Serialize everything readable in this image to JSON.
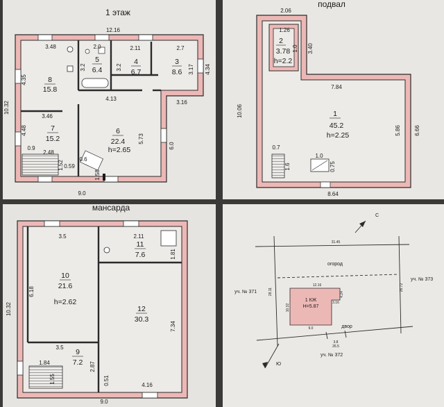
{
  "floor1": {
    "title": "1 этаж",
    "dims": {
      "top": "12.16",
      "left": "10.32",
      "bottom": "9.0",
      "d348": "3.48",
      "d20": "2.0",
      "d211": "2.11",
      "d27": "2.7",
      "d435": "4.35",
      "d32a": "3.2",
      "d32b": "3.2",
      "d317": "3.17",
      "d434": "4.34",
      "d413": "4.13",
      "d316": "3.16",
      "d346": "3.46",
      "d448": "4.48",
      "d573": "5.73",
      "d60": "6.0",
      "d09": "0.9",
      "d248": "2.48",
      "d052": "1.52",
      "d059": "0.59",
      "d06": "0.6",
      "d158": "1.58"
    },
    "rooms": {
      "r8": {
        "num": "8",
        "area": "15.8"
      },
      "r5": {
        "num": "5",
        "area": "6.4"
      },
      "r4": {
        "num": "4",
        "area": "6.7"
      },
      "r3": {
        "num": "3",
        "area": "8.6"
      },
      "r7": {
        "num": "7",
        "area": "15.2"
      },
      "r6": {
        "num": "6",
        "area": "22.4",
        "height": "h=2.65"
      }
    }
  },
  "basement": {
    "title": "подвал",
    "dims": {
      "top": "2.06",
      "d126": "1.26",
      "d10": "1.0",
      "d340": "3.40",
      "d784": "7.84",
      "left": "10.06",
      "d586": "5.86",
      "right": "6.66",
      "bottom": "8.64",
      "d07": "0.7",
      "d16": "1.6",
      "d10b": "1.0",
      "d075": "0.75"
    },
    "rooms": {
      "r2": {
        "num": "2",
        "area": "3.78",
        "height": "h=2.2"
      },
      "r1": {
        "num": "1",
        "area": "45.2",
        "height": "h=2.25"
      }
    }
  },
  "attic": {
    "title": "мансарда",
    "dims": {
      "left": "10.32",
      "bottom": "9.0",
      "d35a": "3.5",
      "d211": "2.11",
      "d618": "6.18",
      "d181": "1.81",
      "d734": "7.34",
      "d35b": "3.5",
      "d184": "1.84",
      "d155": "1.55",
      "d287": "2.87",
      "d051": "0.51",
      "d416": "4.16"
    },
    "rooms": {
      "r11": {
        "num": "11",
        "area": "7.6"
      },
      "r10": {
        "num": "10",
        "area": "21.6",
        "height": "h=2.62"
      },
      "r12": {
        "num": "12",
        "area": "30.3"
      },
      "r9": {
        "num": "9",
        "area": "7.2"
      }
    }
  },
  "siteplan": {
    "north": "С",
    "south": "Ю",
    "garden": "огород",
    "yard": "двор",
    "building": "1 КЖ",
    "building_h": "Н=5.87",
    "plot371": "уч. № 371",
    "plot373": "уч. № 373",
    "plot372": "уч. № 372",
    "d_top": "31.45",
    "d_left": "28.11",
    "d_right": "26.72",
    "d_bottom": "26.5",
    "d_house_top": "12.16",
    "d_house_l": "10.32",
    "d_house_r": "4.24",
    "d_house_b": "9.0",
    "d_house_s": "3.16",
    "d_gate": "3.8"
  },
  "colors": {
    "paper": "#ecebe8",
    "paper_dark": "#d9d7d3",
    "wall": "#ecb8b6",
    "line": "#2a2a2a"
  }
}
